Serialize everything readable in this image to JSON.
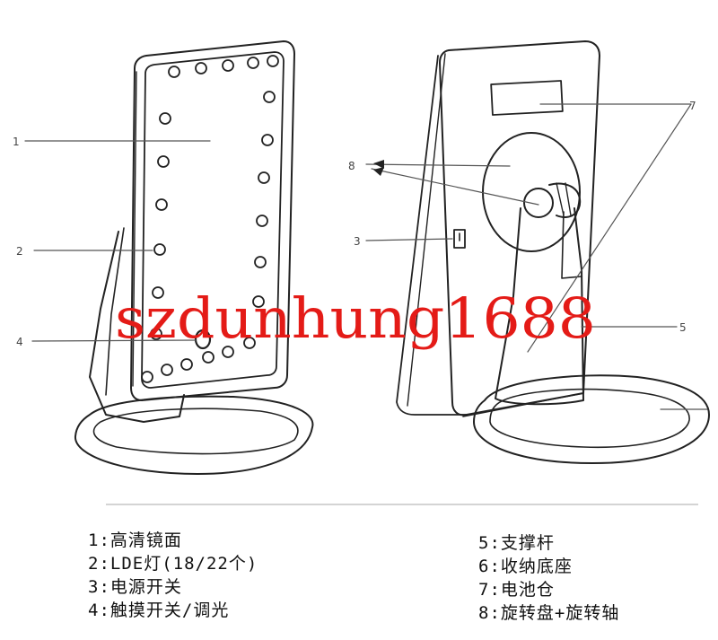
{
  "callouts": {
    "c1": "1",
    "c2": "2",
    "c4": "4",
    "c3": "3",
    "c5": "5",
    "c7": "7",
    "c8": "8"
  },
  "watermark": "szdunhung1688",
  "legend": {
    "left": [
      "1:高清镜面",
      "2:LDE灯(18/22个)",
      "3:电源开关",
      "4:触摸开关/调光"
    ],
    "right": [
      "5:支撑杆",
      "6:收纳底座",
      "7:电池仓",
      "8:旋转盘+旋转轴"
    ]
  }
}
